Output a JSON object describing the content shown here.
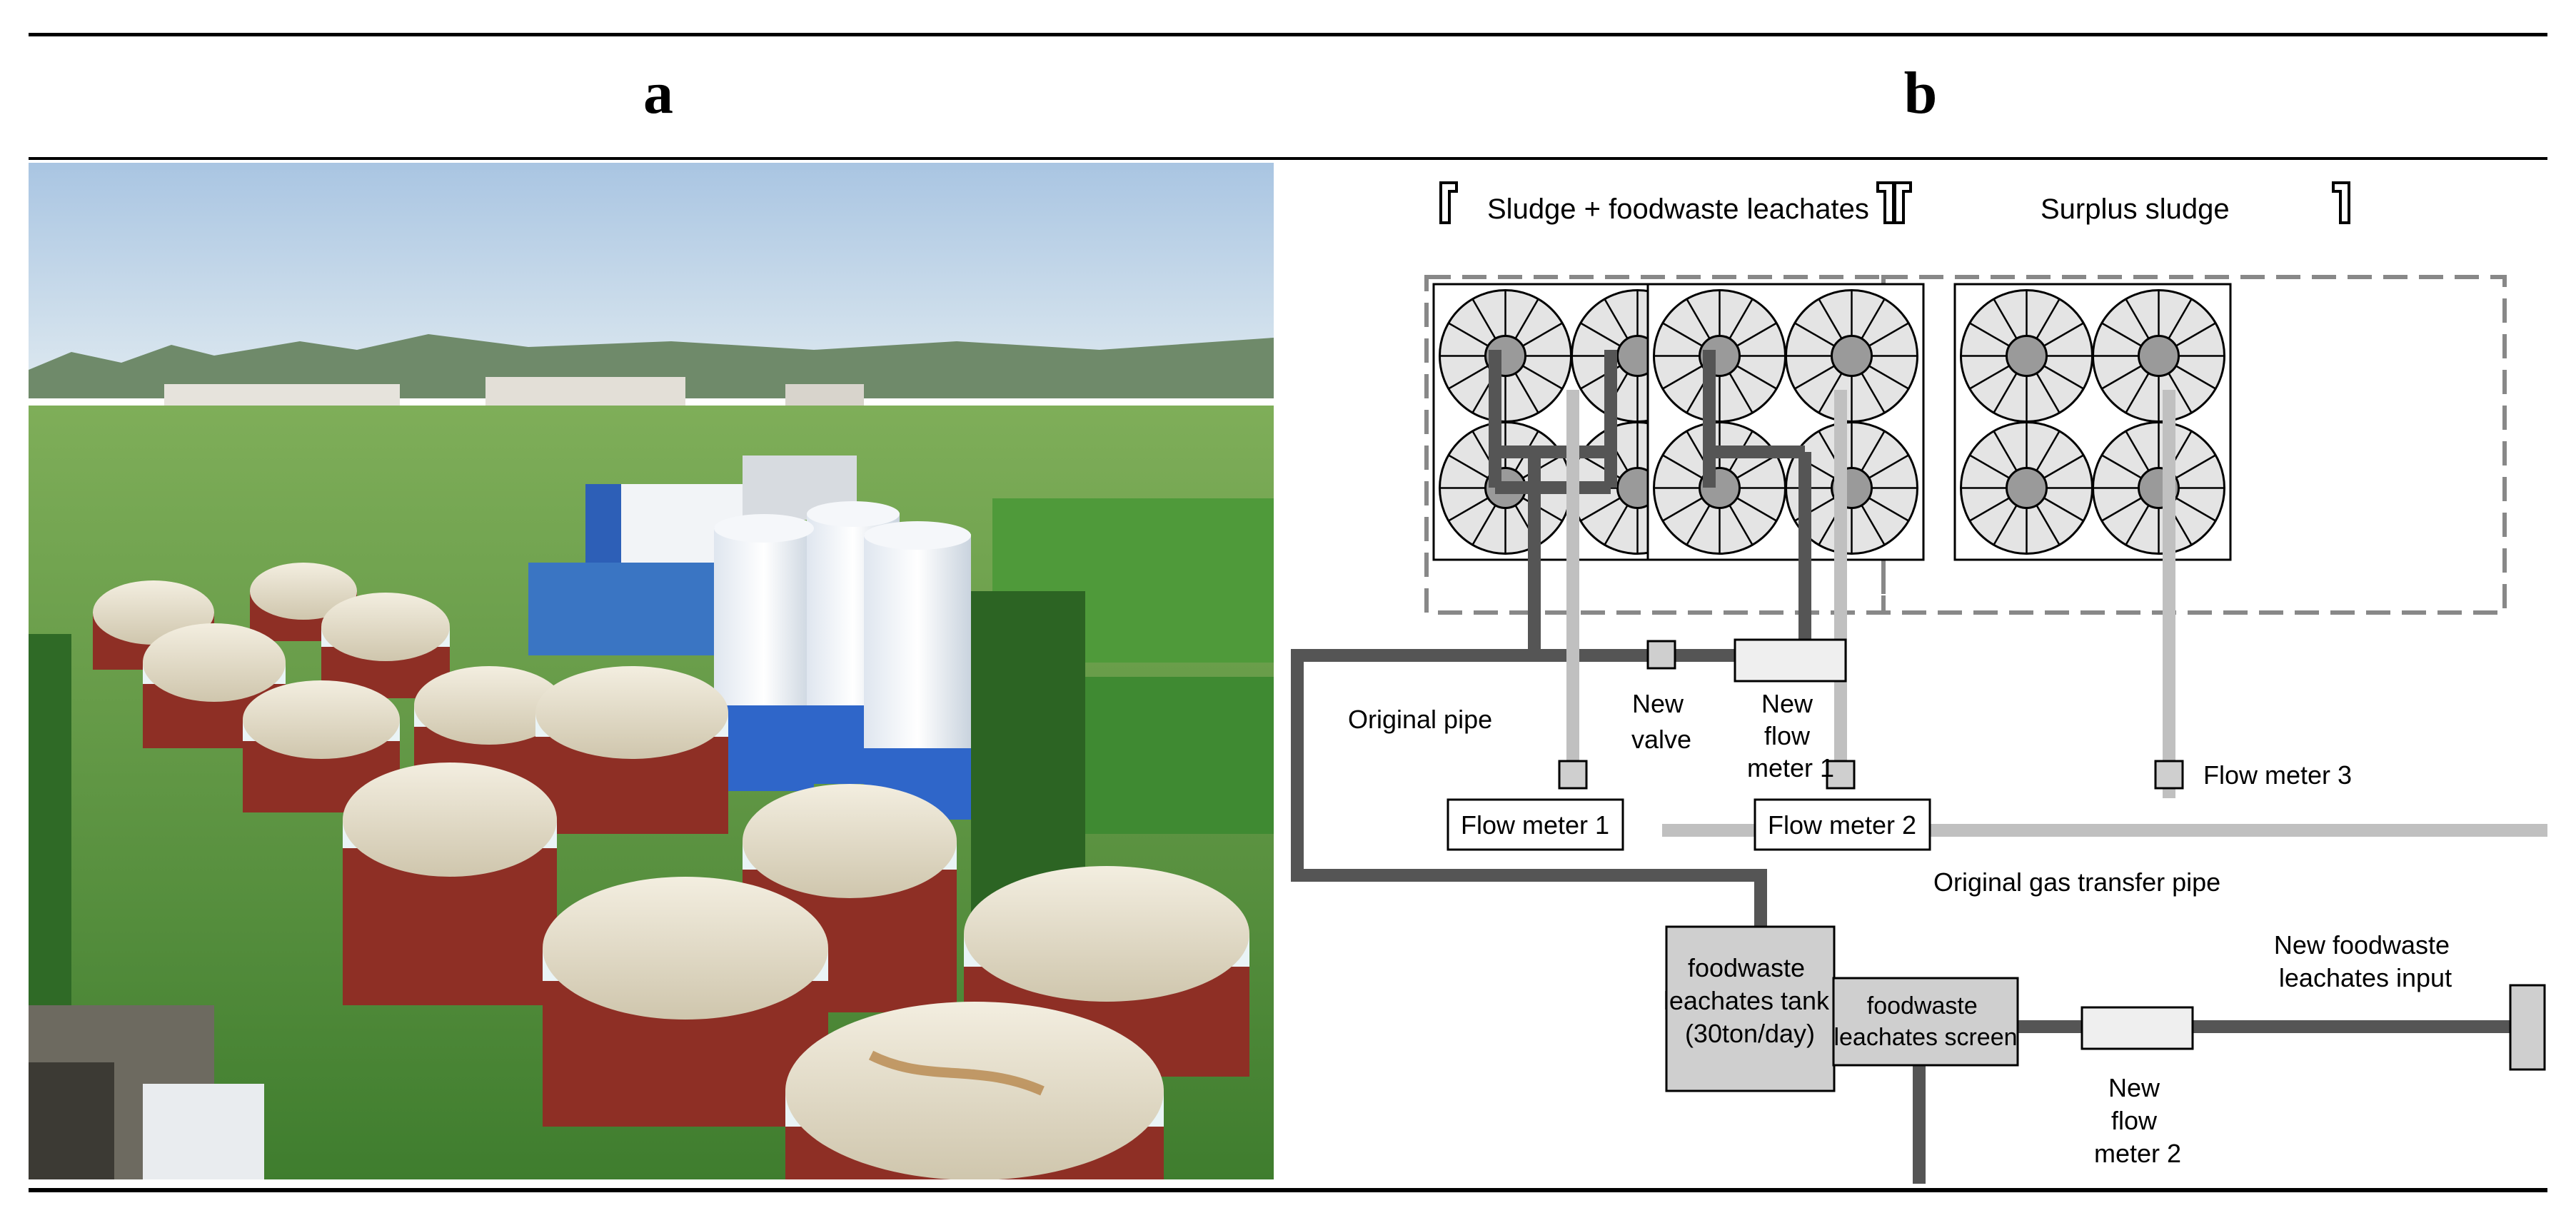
{
  "panels": {
    "a": {
      "label": "a"
    },
    "b": {
      "label": "b"
    }
  },
  "diagram": {
    "group_labels": {
      "left": "Sludge + foodwaste leachates",
      "right": "Surplus sludge"
    },
    "pipes": {
      "original_pipe": "Original pipe",
      "original_gas_transfer_pipe": "Original gas transfer pipe",
      "new_input": [
        "New foodwaste",
        "leachates input"
      ]
    },
    "devices": {
      "new_valve": [
        "New",
        "valve"
      ],
      "new_flow_meter_1": [
        "New",
        "flow",
        "meter 1"
      ],
      "new_flow_meter_2": [
        "New",
        "flow",
        "meter 2"
      ],
      "flow_meter_1": "Flow meter 1",
      "flow_meter_2": "Flow meter 2",
      "flow_meter_3": "Flow meter 3",
      "tank": [
        "foodwaste",
        "leachates tank",
        "(30ton/day)"
      ],
      "screen": [
        "foodwaste",
        "leachates  screen"
      ]
    }
  },
  "colors": {
    "dark_pipe": "#555555",
    "light_pipe": "#c0c0c0",
    "box_fill": "#cfcfcf",
    "digester_fill": "#e4e4e4",
    "hub_fill": "#9a9a9a",
    "dashed": "#888888"
  }
}
